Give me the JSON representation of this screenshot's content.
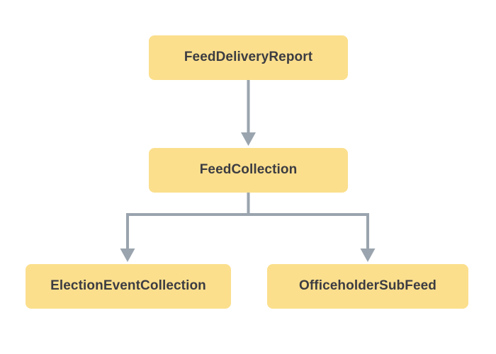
{
  "diagram": {
    "type": "flowchart-tree",
    "direction": "top-to-bottom",
    "background_color": "#ffffff",
    "node_fill_color": "#fbdf8d",
    "node_text_color": "#3c3c42",
    "connector_color": "#9aa4ae",
    "nodes": [
      {
        "id": "feed-delivery-report",
        "label": "FeedDeliveryReport",
        "level": 0
      },
      {
        "id": "feed-collection",
        "label": "FeedCollection",
        "level": 1
      },
      {
        "id": "election-event-collection",
        "label": "ElectionEventCollection",
        "level": 2
      },
      {
        "id": "officeholder-sub-feed",
        "label": "OfficeholderSubFeed",
        "level": 2
      }
    ],
    "edges": [
      {
        "id": "edge-report-to-collection",
        "from": "feed-delivery-report",
        "to": "feed-collection",
        "style": "straight-arrow"
      },
      {
        "id": "edge-collection-to-election",
        "from": "feed-collection",
        "to": "election-event-collection",
        "style": "elbow-arrow"
      },
      {
        "id": "edge-collection-to-officeholder",
        "from": "feed-collection",
        "to": "officeholder-sub-feed",
        "style": "elbow-arrow"
      }
    ]
  }
}
